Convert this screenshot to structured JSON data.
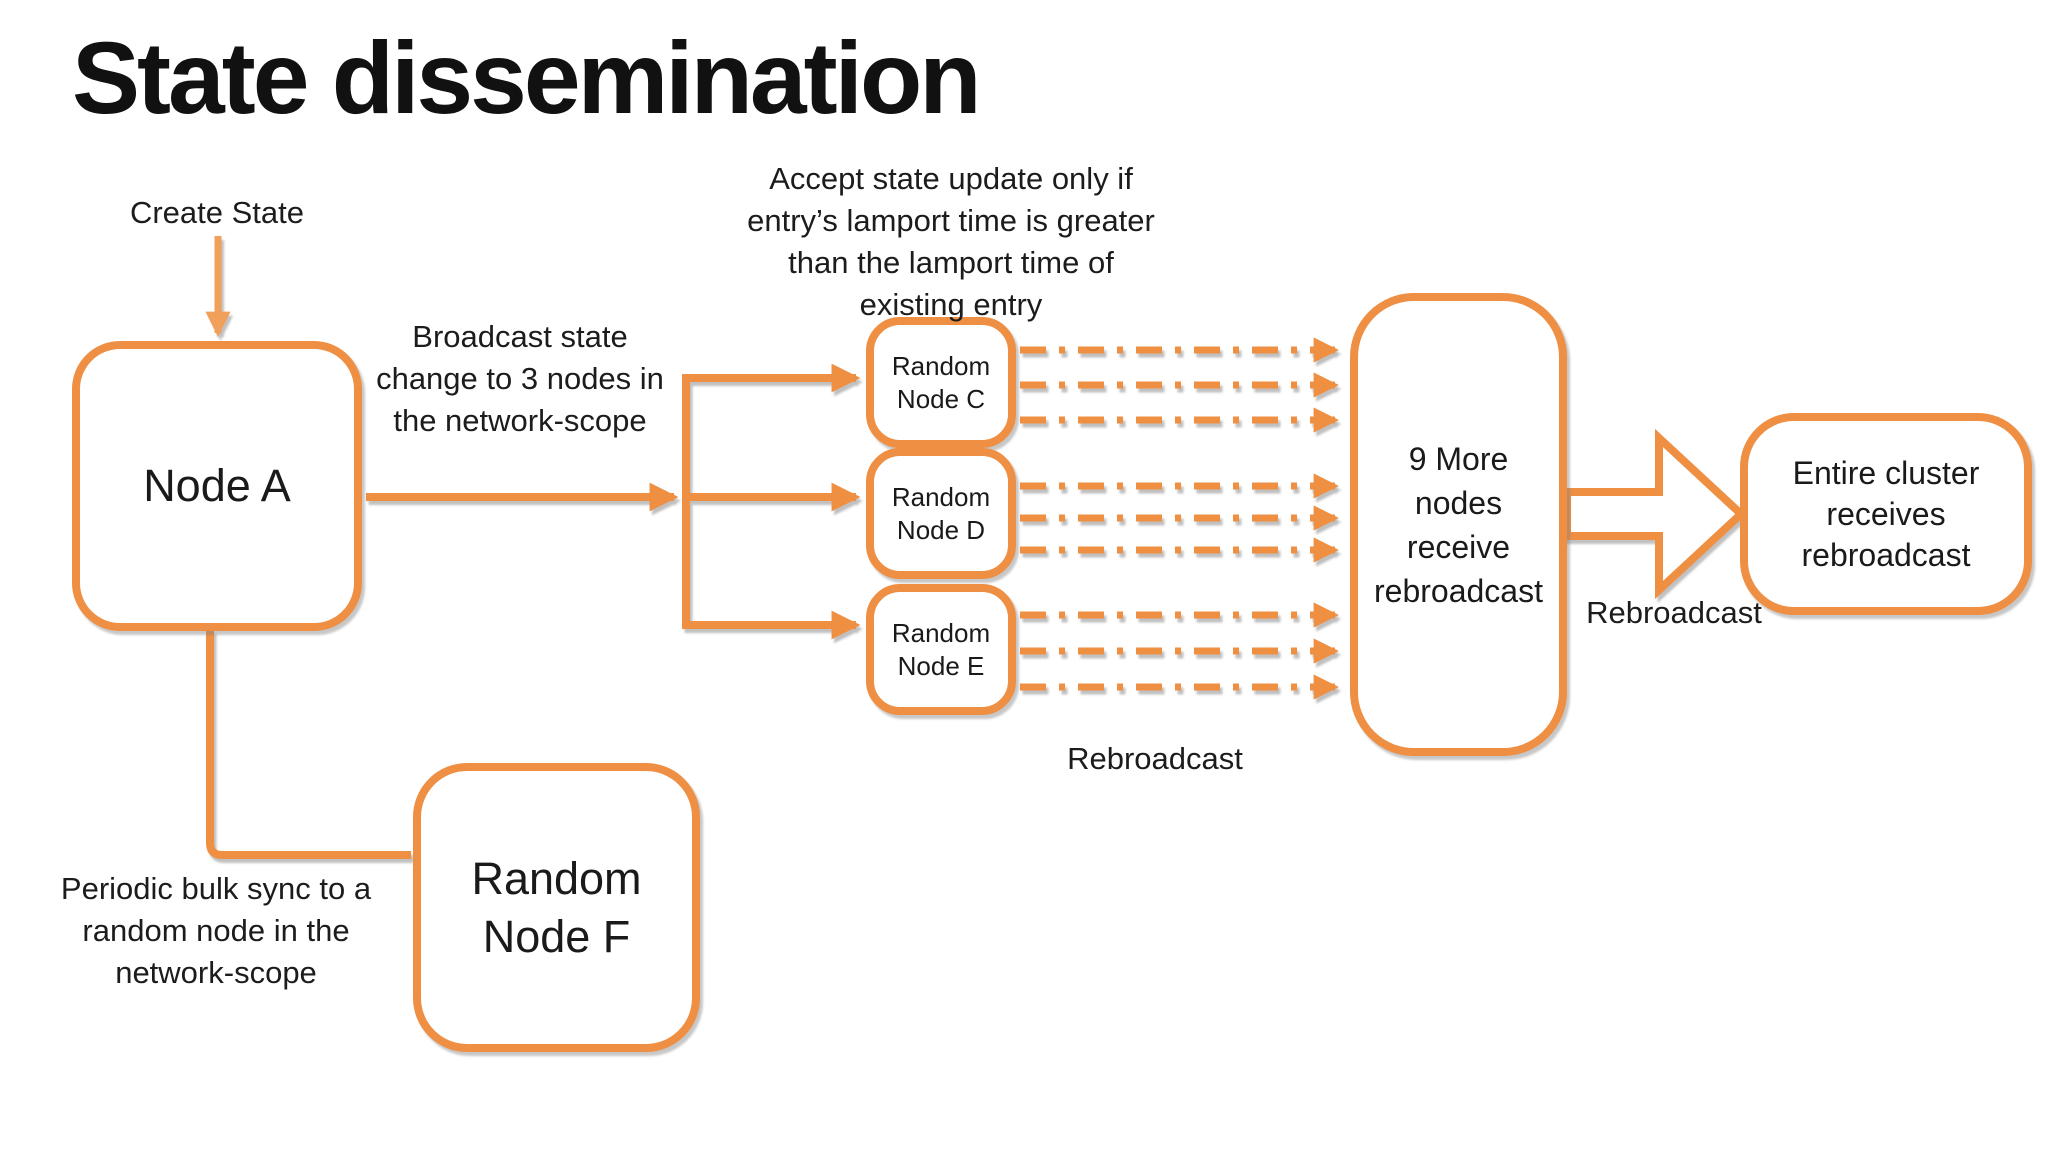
{
  "title": "State dissemination",
  "colors": {
    "accent_orange": "#EE8F43",
    "light_orange_arrow": "#F1A05C",
    "text_black": "#1a1a1a",
    "background": "#ffffff"
  },
  "nodes": {
    "node_a": "Node A",
    "node_c": "Random\nNode C",
    "node_d": "Random\nNode D",
    "node_e": "Random\nNode E",
    "node_f": "Random\nNode F",
    "nine_more": "9 More\nnodes\nreceive\nrebroadcast",
    "entire_cluster": "Entire cluster\nreceives\nrebroadcast"
  },
  "annotations": {
    "create_state": "Create State",
    "broadcast": "Broadcast state\nchange to 3 nodes in\nthe network-scope",
    "accept": "Accept state update only if\nentry’s lamport time is greater\nthan the lamport time of\nexisting entry",
    "periodic": "Periodic bulk sync to a\nrandom node in the\nnetwork-scope",
    "rebroadcast_left": "Rebroadcast",
    "rebroadcast_right": "Rebroadcast"
  }
}
